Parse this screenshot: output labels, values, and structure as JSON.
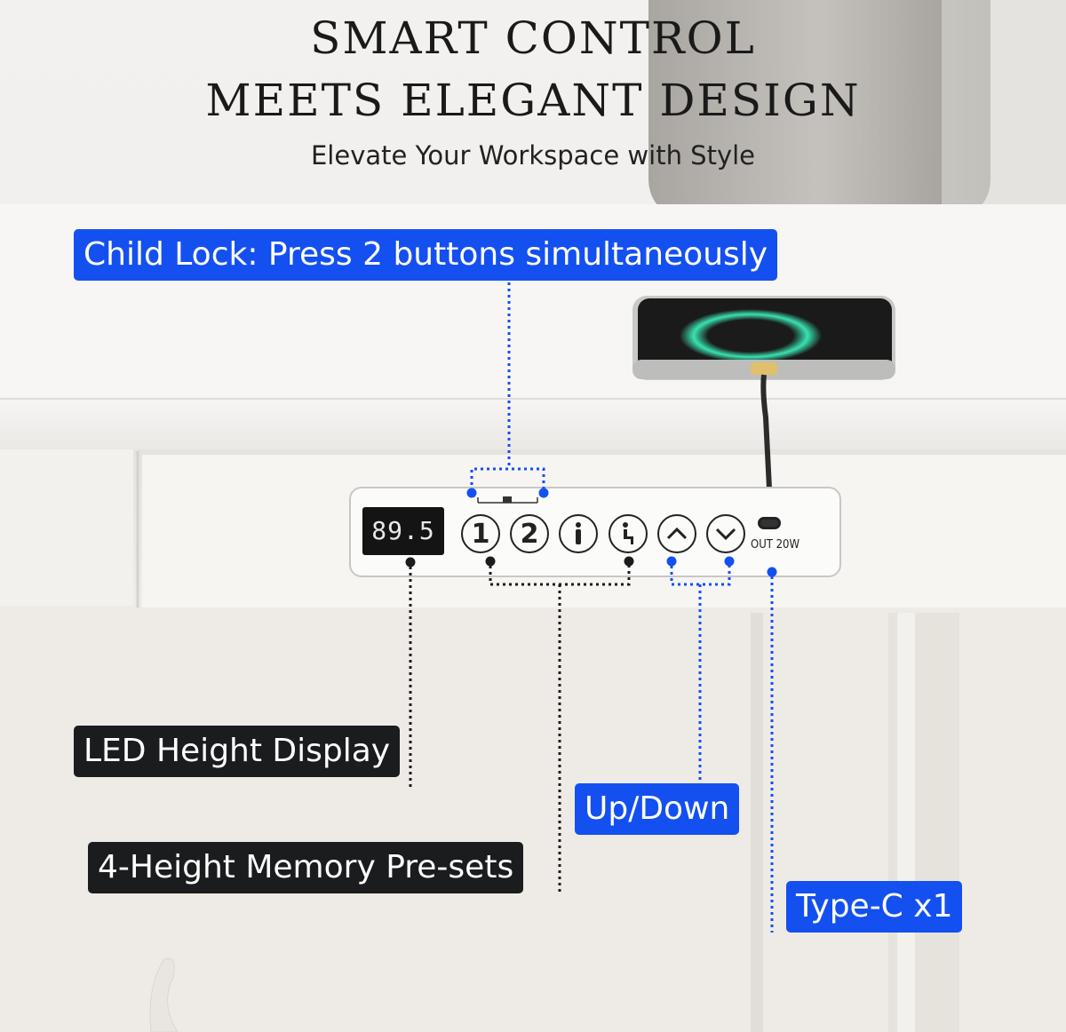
{
  "heading": {
    "line1": "SMART CONTROL",
    "line2": "MEETS ELEGANT DESIGN",
    "subtitle": "Elevate Your Workspace with Style"
  },
  "control_panel": {
    "display_value": "89.5",
    "buttons": [
      "1",
      "2"
    ],
    "usb_port_label": "OUT 20W"
  },
  "callouts": {
    "child_lock": "Child Lock: Press 2 buttons simultaneously",
    "led_display": "LED Height Display",
    "up_down": "Up/Down",
    "memory": "4-Height Memory Pre-sets",
    "type_c": "Type-C x1"
  },
  "colors": {
    "accent_blue": "#1450f0",
    "label_dark": "#1b1c1e",
    "desk_white": "#fafaf8"
  }
}
